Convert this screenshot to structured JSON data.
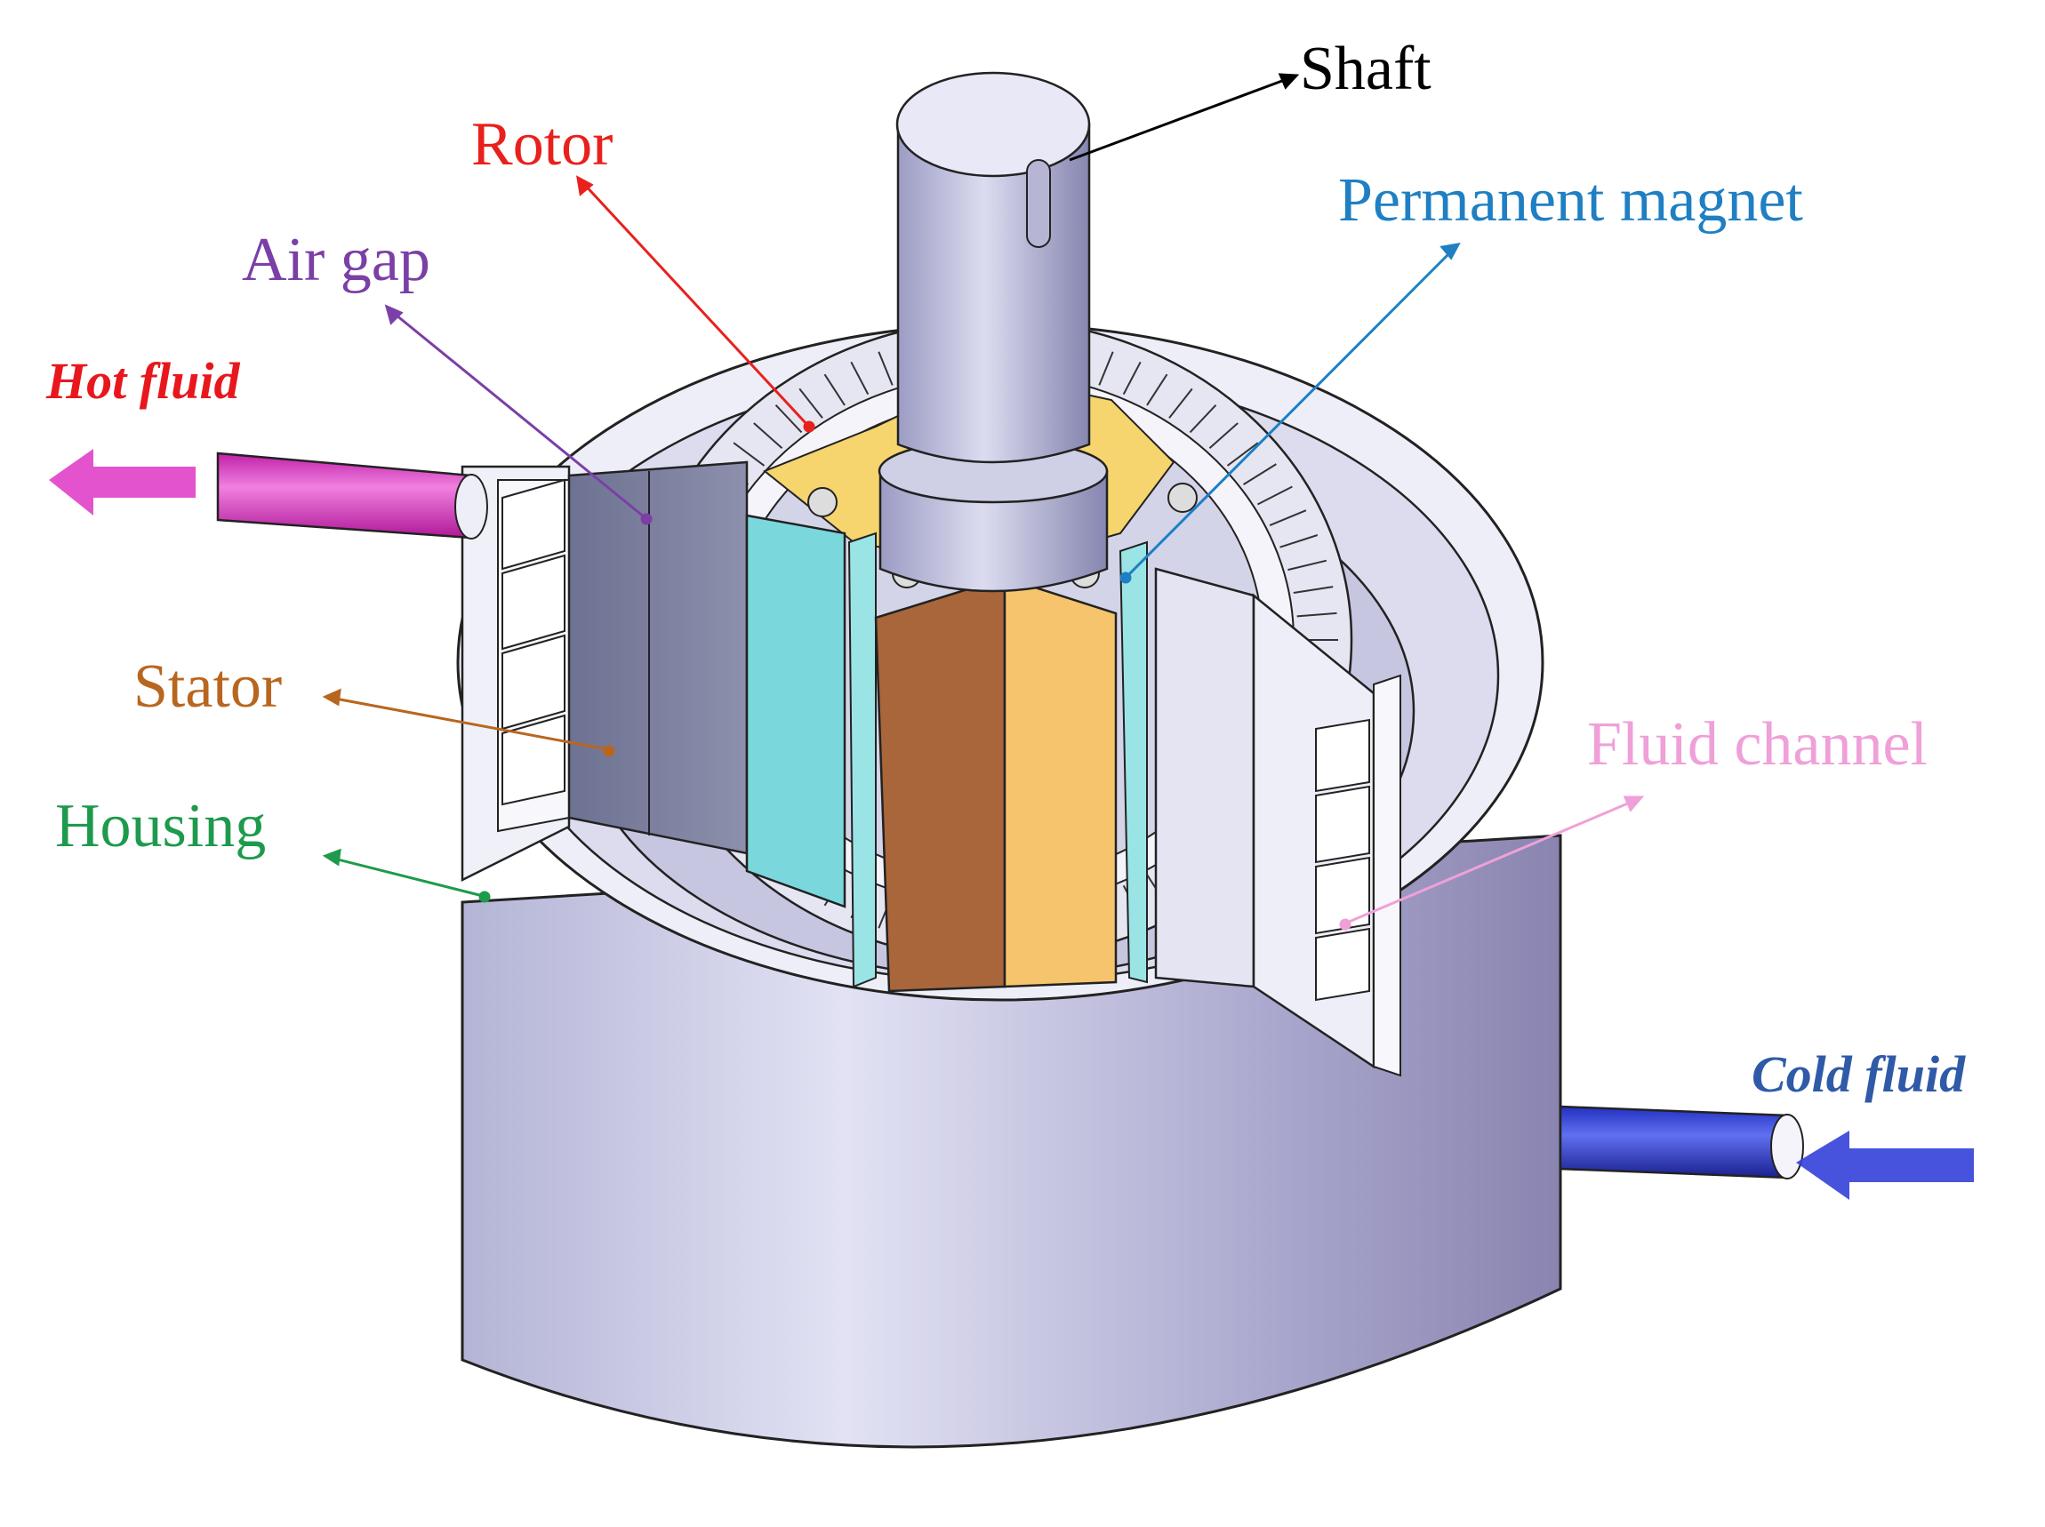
{
  "labels": {
    "shaft": "Shaft",
    "rotor": "Rotor",
    "permanent_magnet": "Permanent magnet",
    "air_gap": "Air gap",
    "hot_fluid": "Hot fluid",
    "stator": "Stator",
    "fluid_channel": "Fluid channel",
    "housing": "Housing",
    "cold_fluid": "Cold fluid"
  },
  "colors": {
    "shaft": "#000000",
    "rotor": "#e8211c",
    "permanent_magnet": "#1f7fc3",
    "air_gap": "#7b3fa6",
    "hot_fluid": "#e8171d",
    "stator": "#b8661f",
    "fluid_channel": "#f0a0d8",
    "housing": "#1e9a4c",
    "cold_fluid": "#2f5aa8",
    "hot_pipe": "#e040c8",
    "cold_pipe": "#3340d8",
    "housing_body": "#c8c8e6",
    "magnet_cyan": "#7fd8dc",
    "winding_orange": "#f2c46c",
    "winding_brown": "#a8683a",
    "rotor_yellow": "#f2d470"
  }
}
